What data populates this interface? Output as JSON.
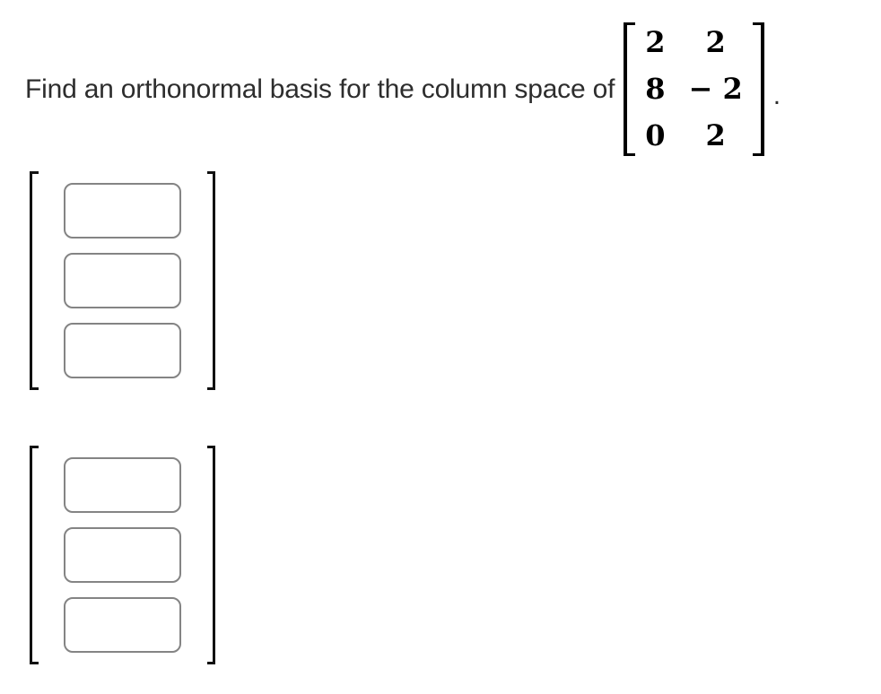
{
  "question": {
    "text": "Find an orthonormal basis for the column space of",
    "suffix": "."
  },
  "matrix": {
    "rows": [
      [
        "2",
        "2"
      ],
      [
        "8",
        "− 2"
      ],
      [
        "0",
        "2"
      ]
    ]
  },
  "answers": [
    {
      "entries": [
        {
          "value": ""
        },
        {
          "value": ""
        },
        {
          "value": ""
        }
      ]
    },
    {
      "entries": [
        {
          "value": ""
        },
        {
          "value": ""
        },
        {
          "value": ""
        }
      ]
    }
  ],
  "colors": {
    "text": "#2d2d2d",
    "matrix_ink": "#000000",
    "input_border": "#848484",
    "background": "#ffffff"
  }
}
